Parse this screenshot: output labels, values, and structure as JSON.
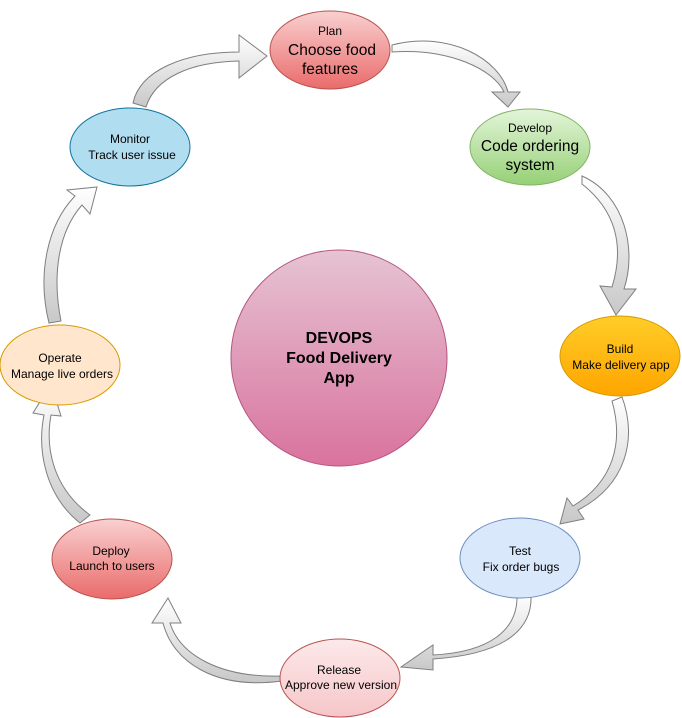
{
  "center": {
    "line1": "DEVOPS",
    "line2": "Food Delivery",
    "line3": "App",
    "fill_top": "#e6c3d3",
    "fill_bottom": "#d9739e",
    "stroke": "#b5557f"
  },
  "stages": {
    "plan": {
      "title": "Plan",
      "line1": "Choose food",
      "line2": "features",
      "fill_top": "#f9d0d0",
      "fill_bottom": "#ea6b6b",
      "stroke": "#b85450"
    },
    "develop": {
      "title": "Develop",
      "line1": "Code ordering",
      "line2": "system",
      "fill_top": "#e3f5d9",
      "fill_bottom": "#97d077",
      "stroke": "#82b366"
    },
    "build": {
      "title": "Build",
      "line1": "Make delivery app",
      "fill_top": "#ffcd28",
      "fill_bottom": "#ffa500",
      "stroke": "#d79b00"
    },
    "test": {
      "title": "Test",
      "line1": "Fix order bugs",
      "fill_top": "#dae8fc",
      "fill_bottom": "#dae8fc",
      "stroke": "#6c8ebf"
    },
    "release": {
      "title": "Release",
      "line1": "Approve new version",
      "fill_top": "#fde9ea",
      "fill_bottom": "#f6c6c9",
      "stroke": "#b85450"
    },
    "deploy": {
      "title": "Deploy",
      "line1": "Launch to users",
      "line1_color": "#ffffff",
      "fill_top": "#f9d0d0",
      "fill_bottom": "#ea6b6b",
      "stroke": "#b85450"
    },
    "operate": {
      "title": "Operate",
      "line1": "Manage live orders",
      "fill_top": "#ffe6cc",
      "fill_bottom": "#ffe6cc",
      "stroke": "#d79b00"
    },
    "monitor": {
      "title": "Monitor",
      "line1": "Track user issue",
      "fill_top": "#b1ddf0",
      "fill_bottom": "#b1ddf0",
      "stroke": "#10739e"
    }
  },
  "arrow_colors": {
    "light": "#ffffff",
    "dark": "#c8c8c8",
    "stroke": "#7f7f7f"
  }
}
